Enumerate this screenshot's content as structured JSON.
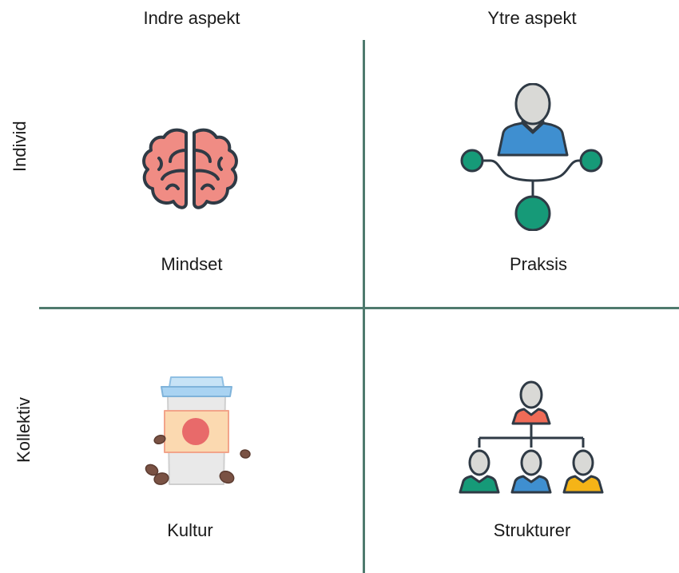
{
  "columns": {
    "inner": "Indre aspekt",
    "outer": "Ytre aspekt"
  },
  "rows": {
    "individual": "Individ",
    "collective": "Kollektiv"
  },
  "quadrants": {
    "top_left": {
      "label": "Mindset",
      "icon": "brain-icon"
    },
    "top_right": {
      "label": "Praksis",
      "icon": "person-network-icon"
    },
    "bottom_left": {
      "label": "Kultur",
      "icon": "coffee-cup-icon"
    },
    "bottom_right": {
      "label": "Strukturer",
      "icon": "org-chart-icon"
    }
  },
  "colors": {
    "axis": "#4f7a6e",
    "brain": "#f08c84",
    "outline": "#2f3a45",
    "teal": "#169a78",
    "blue": "#3f8fd0",
    "red": "#ef6b57",
    "yellow": "#f5b417",
    "head_gray": "#d9d9d6",
    "cup_sleeve": "#fbd9b0",
    "cup_lid": "#a9d3f2",
    "bean": "#7a5244"
  }
}
